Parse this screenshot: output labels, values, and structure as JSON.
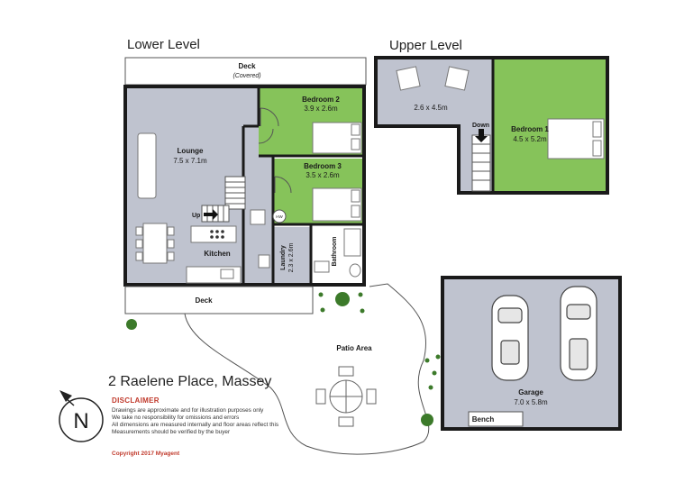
{
  "levels": {
    "lower": "Lower Level",
    "upper": "Upper Level"
  },
  "rooms": {
    "deck_covered": {
      "name": "Deck",
      "note": "(Covered)"
    },
    "bedroom2": {
      "name": "Bedroom 2",
      "size": "3.9 x 2.6m"
    },
    "bedroom3": {
      "name": "Bedroom 3",
      "size": "3.5 x 2.6m"
    },
    "lounge": {
      "name": "Lounge",
      "size": "7.5 x 7.1m"
    },
    "kitchen": {
      "name": "Kitchen"
    },
    "laundry": {
      "name": "Laundry",
      "size": "2.3 x 2.6m"
    },
    "bathroom": {
      "name": "Bathroom"
    },
    "deck": {
      "name": "Deck"
    },
    "upper_living": {
      "size": "2.6 x 4.5m"
    },
    "bedroom1": {
      "name": "Bedroom 1",
      "size": "4.5 x 5.2m"
    },
    "patio": {
      "name": "Patio Area"
    },
    "garage": {
      "name": "Garage",
      "size": "7.0 x 5.8m"
    },
    "bench": {
      "name": "Bench"
    }
  },
  "markers": {
    "up": "Up",
    "down": "Down",
    "hw": "HW"
  },
  "compass": {
    "letter": "N"
  },
  "address": "2 Raelene Place, Massey",
  "disclaimer": {
    "heading": "DISCLAIMER",
    "lines": [
      "Drawings are approximate and for illustration purposes only",
      "We take no responsibility for omissions and errors",
      "All dimensions are measured internally and floor areas reflect this",
      "Measurements should be verified by the buyer"
    ]
  },
  "copyright": "Copyright 2017   Myagent",
  "colors": {
    "room_grey": "#bfc3cf",
    "bedroom_green": "#86c35a",
    "wall": "#1a1a1a",
    "accent_red": "#c0392b"
  }
}
